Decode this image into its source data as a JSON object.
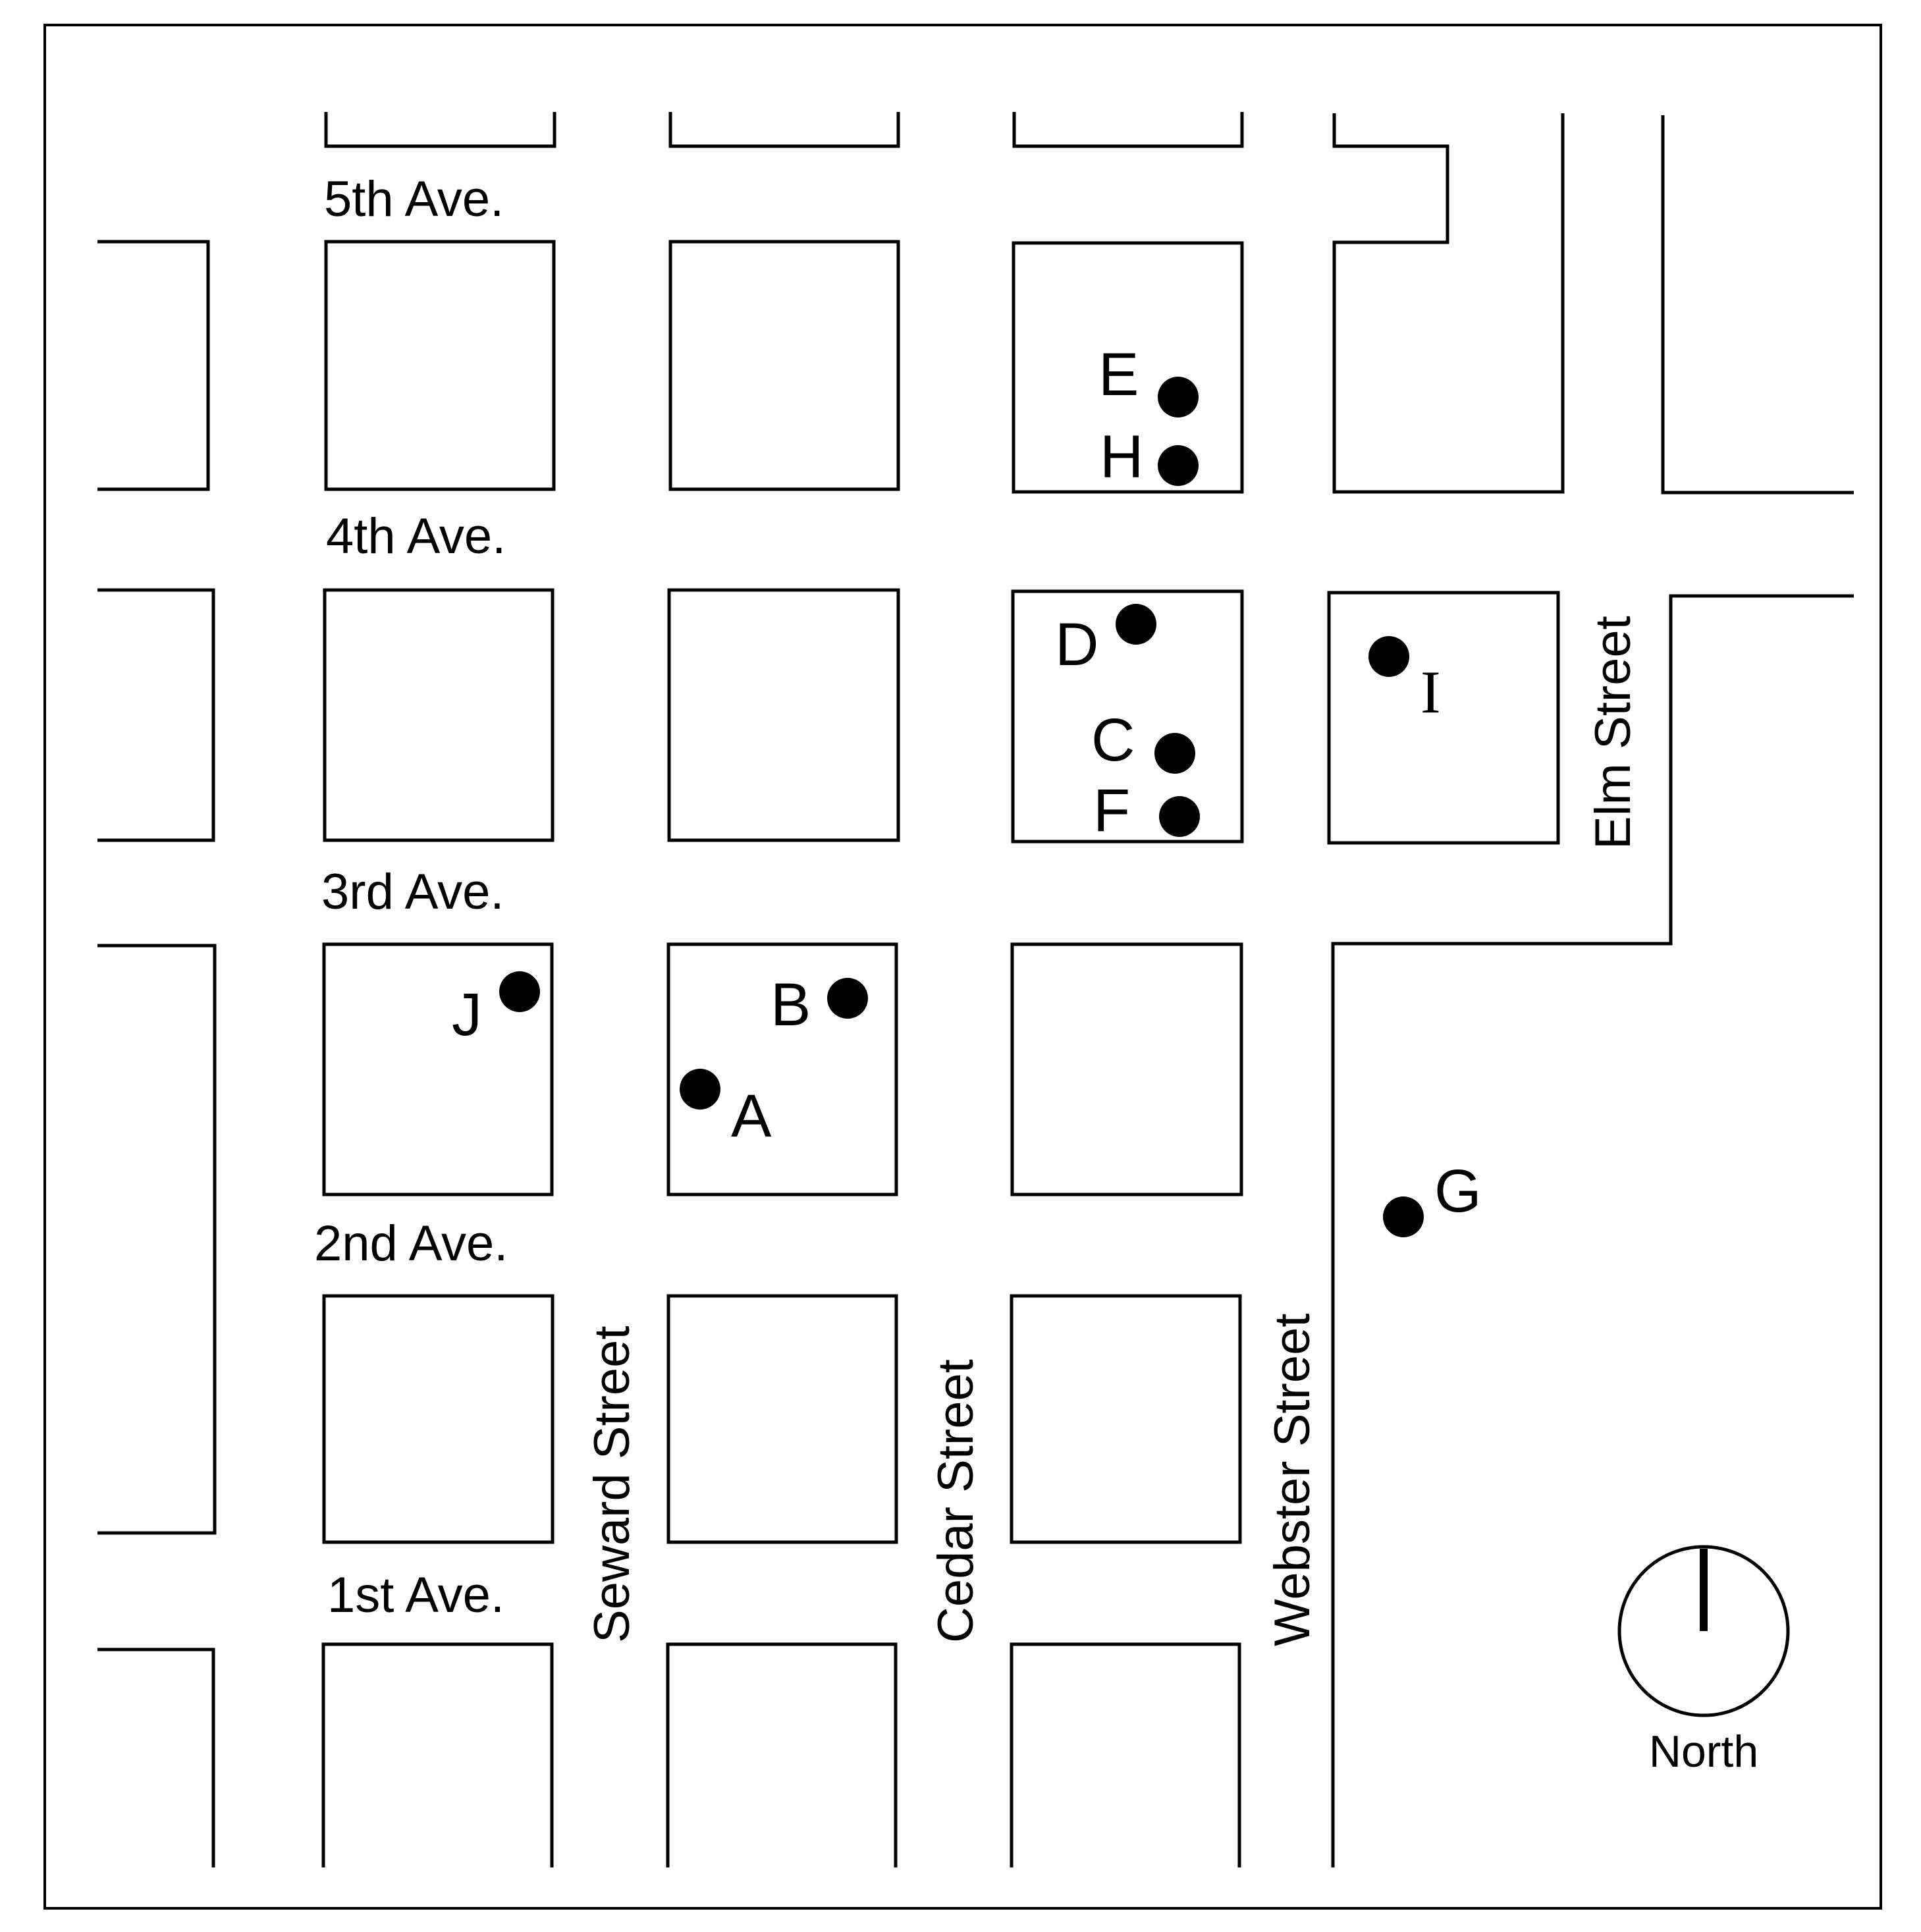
{
  "avenues": [
    {
      "id": "5th",
      "label": "5th Ave."
    },
    {
      "id": "4th",
      "label": "4th Ave."
    },
    {
      "id": "3rd",
      "label": "3rd Ave."
    },
    {
      "id": "2nd",
      "label": "2nd Ave."
    },
    {
      "id": "1st",
      "label": "1st Ave."
    }
  ],
  "streets": [
    {
      "id": "seward",
      "label": "Seward Street"
    },
    {
      "id": "cedar",
      "label": "Cedar Street"
    },
    {
      "id": "webster",
      "label": "Webster Street"
    },
    {
      "id": "elm",
      "label": "Elm Street"
    }
  ],
  "markers": [
    {
      "id": "A",
      "label": "A"
    },
    {
      "id": "B",
      "label": "B"
    },
    {
      "id": "C",
      "label": "C"
    },
    {
      "id": "D",
      "label": "D"
    },
    {
      "id": "E",
      "label": "E"
    },
    {
      "id": "F",
      "label": "F"
    },
    {
      "id": "G",
      "label": "G"
    },
    {
      "id": "H",
      "label": "H"
    },
    {
      "id": "I",
      "label": "I"
    },
    {
      "id": "J",
      "label": "J"
    }
  ],
  "compass": {
    "label": "North",
    "direction": "up"
  }
}
